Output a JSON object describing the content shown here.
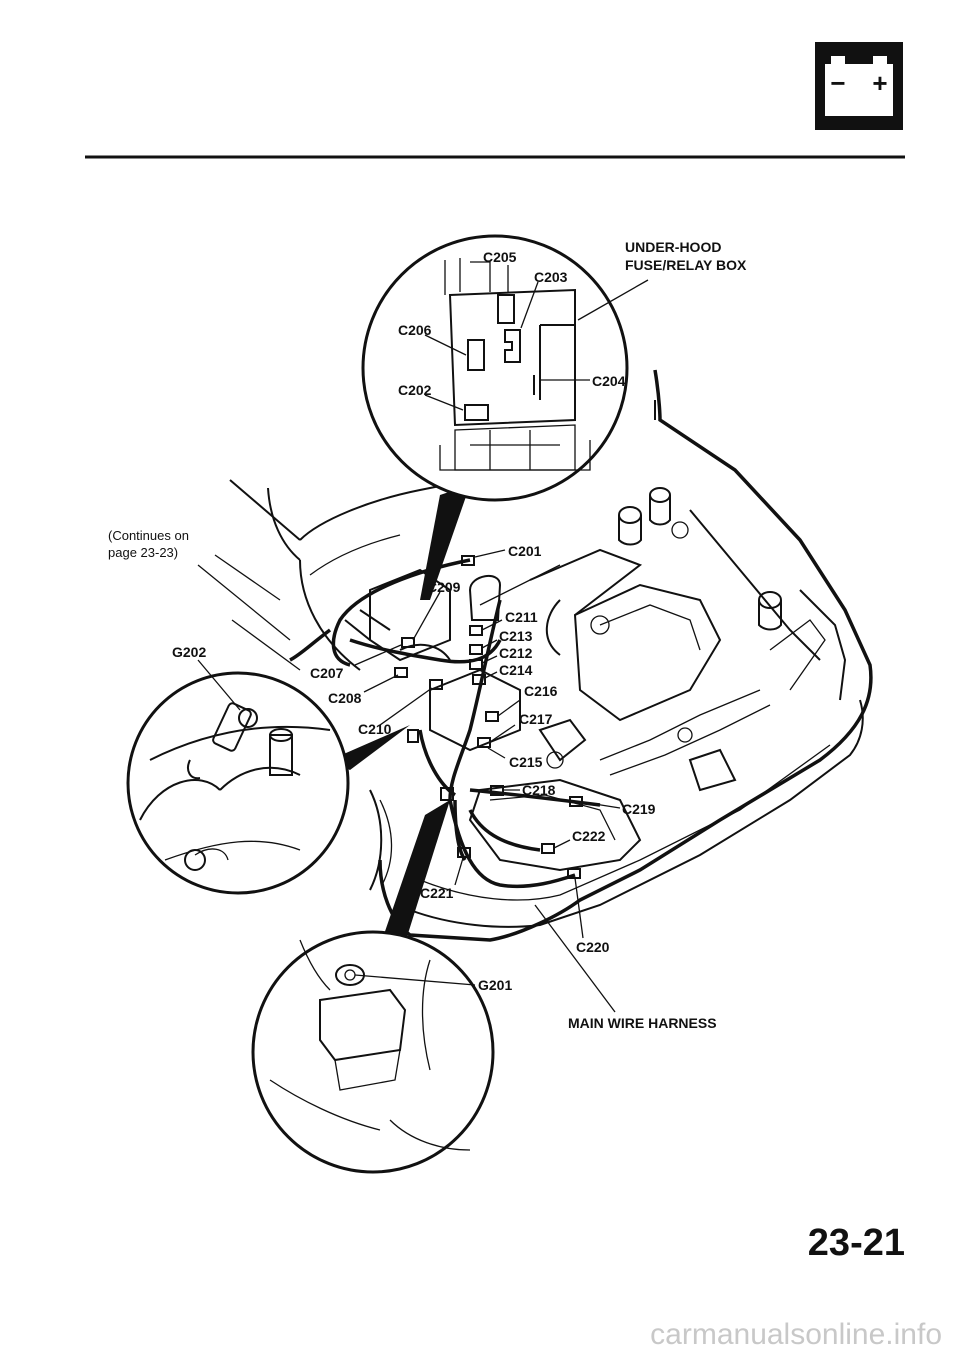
{
  "header": {
    "battery_icon": "battery-icon",
    "minus_symbol": "−",
    "plus_symbol": "+"
  },
  "labels": {
    "c205": "C205",
    "c203": "C203",
    "c206": "C206",
    "c202": "C202",
    "c204": "C204",
    "underhood_line1": "UNDER-HOOD",
    "underhood_line2": "FUSE/RELAY BOX",
    "continues_line1": "(Continues on",
    "continues_line2": "page 23-23)",
    "c201": "C201",
    "c209": "C209",
    "c211": "C211",
    "c213": "C213",
    "c212": "C212",
    "c214": "C214",
    "g202": "G202",
    "c207": "C207",
    "c208": "C208",
    "c210": "C210",
    "c216": "C216",
    "c217": "C217",
    "c215": "C215",
    "c218": "C218",
    "c219": "C219",
    "c222": "C222",
    "c221": "C221",
    "c220": "C220",
    "g201": "G201",
    "main_harness": "MAIN WIRE HARNESS"
  },
  "footer": {
    "page_number": "23-21",
    "watermark": "carmanualsonline.info"
  }
}
